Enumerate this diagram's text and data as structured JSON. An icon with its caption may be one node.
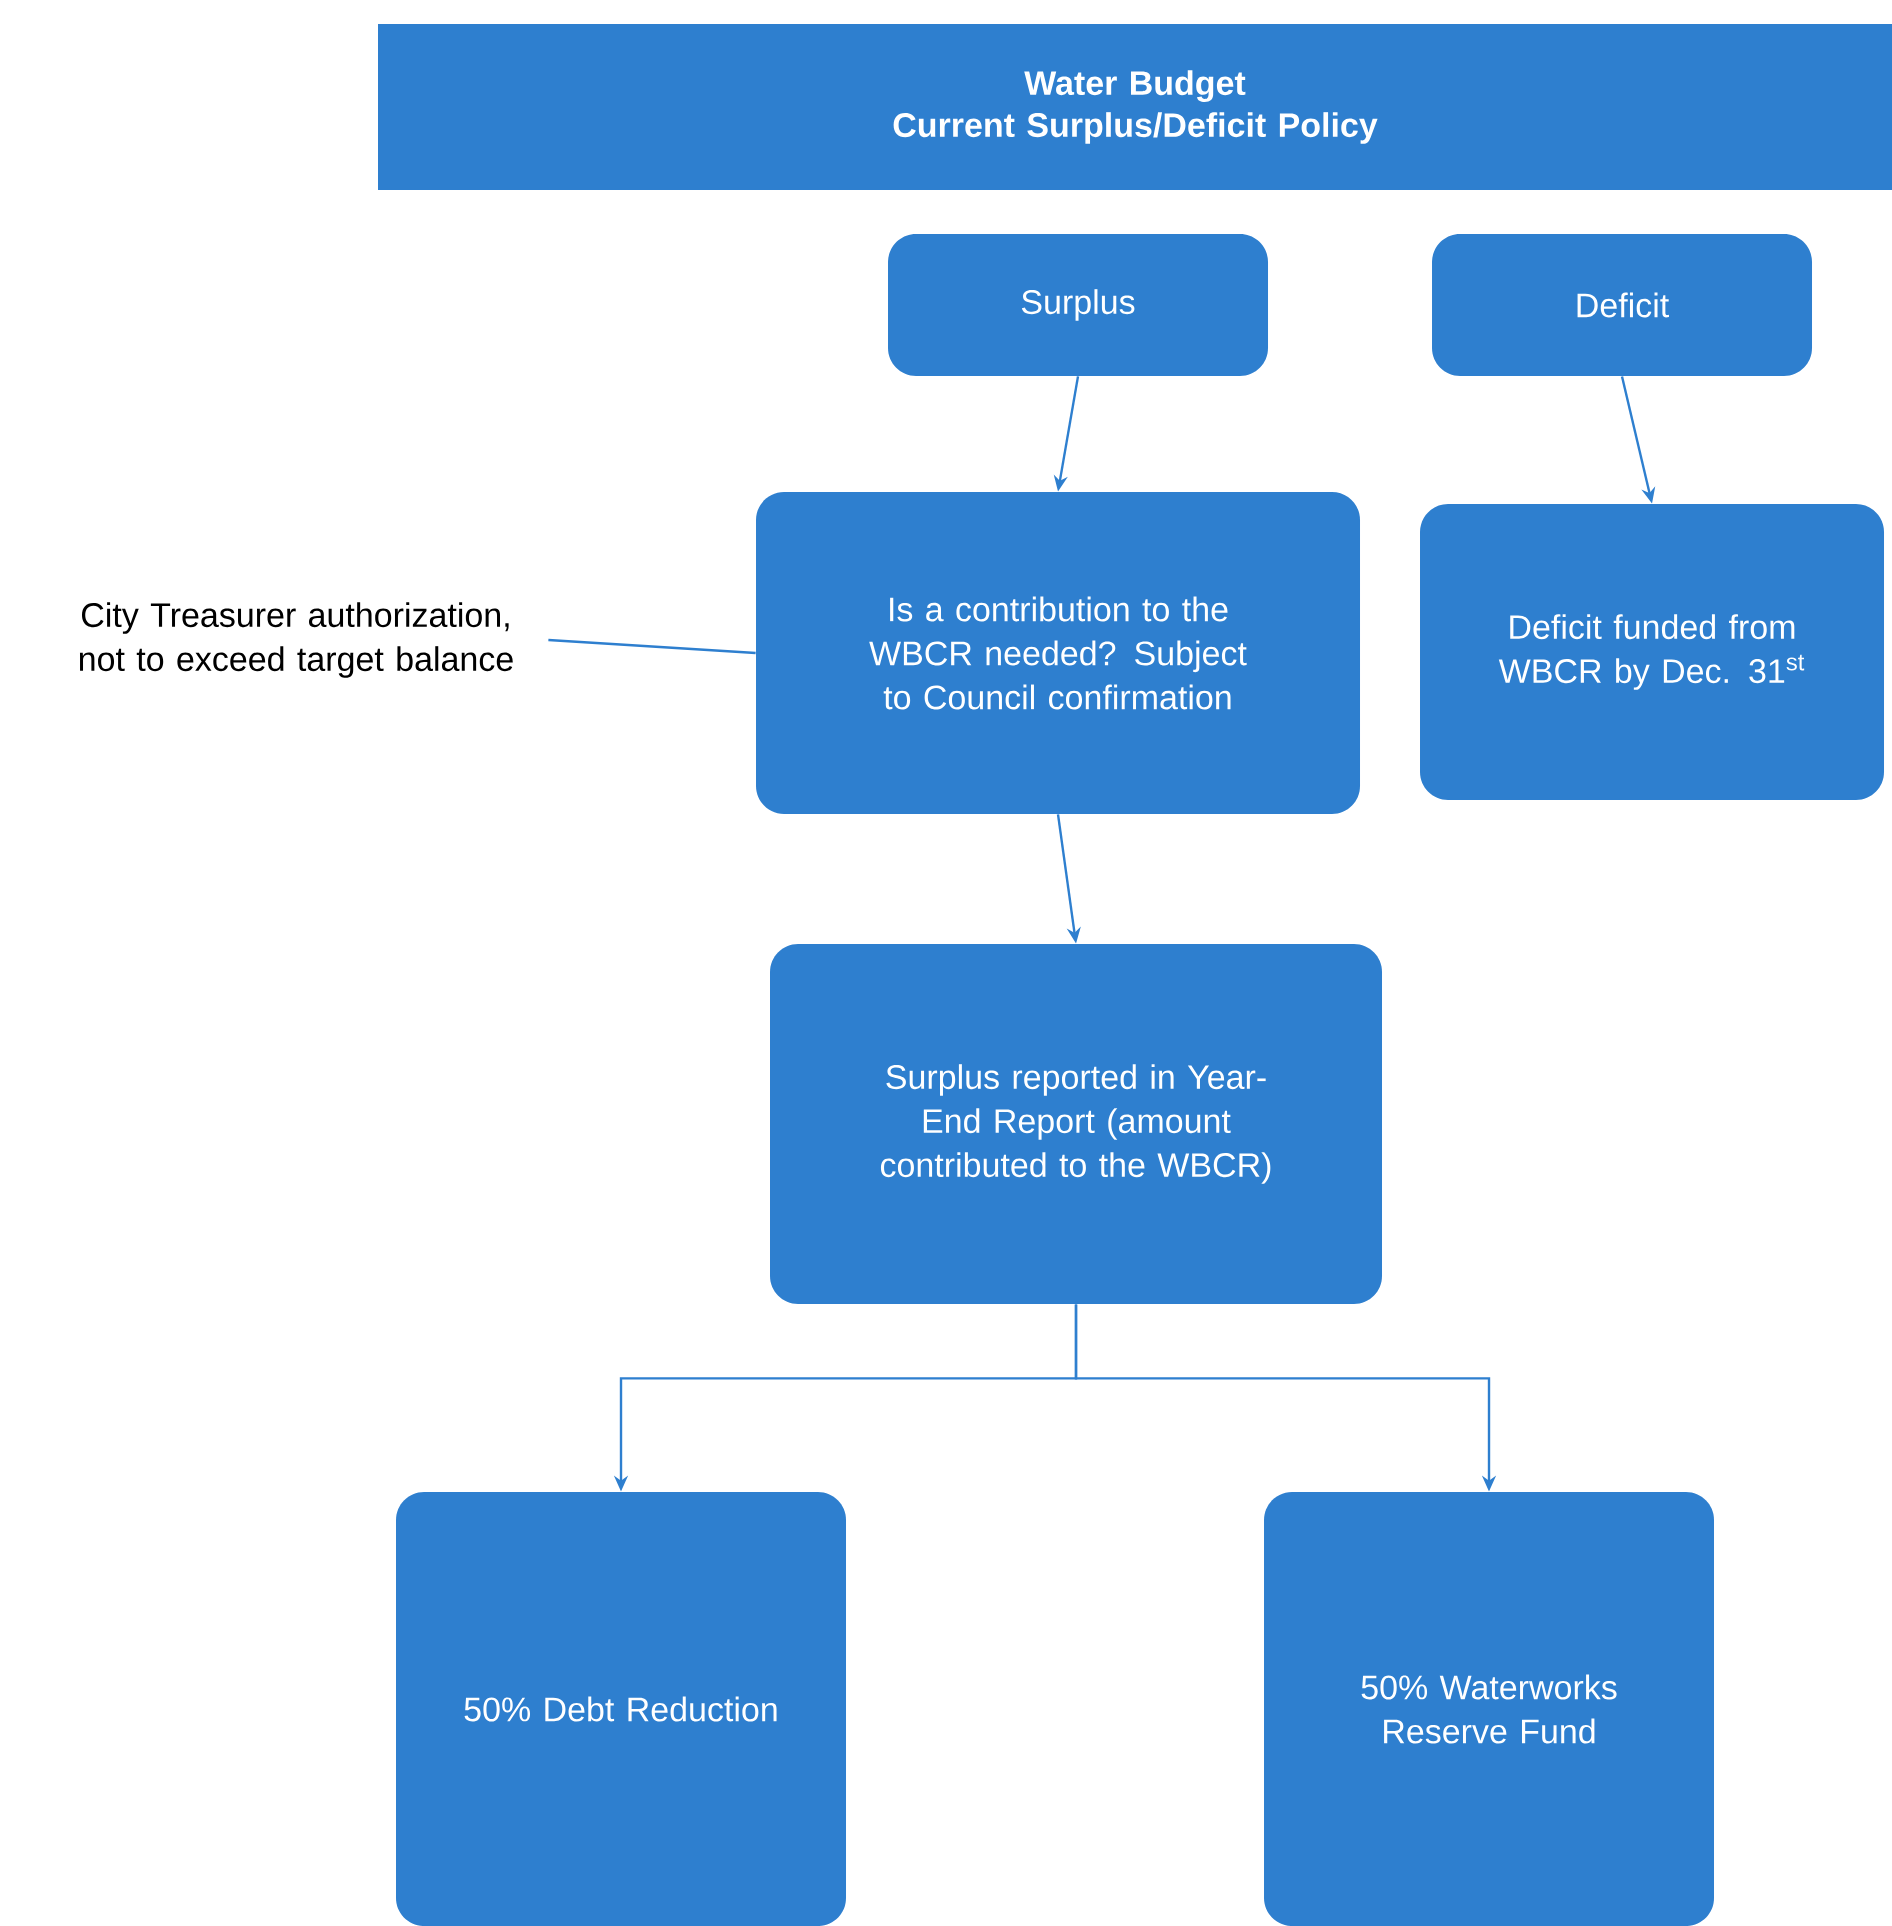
{
  "diagram": {
    "nodes": [
      {
        "text": [
          "Water Budget",
          "Current Surplus/Deficit Policy"
        ]
      },
      {
        "text": [
          "Surplus"
        ]
      },
      {
        "text": [
          "Deficit"
        ]
      },
      {
        "text": [
          "Is a contribution to the WBCR needed? Subject to Council confirmation"
        ]
      },
      {
        "text": [
          "Deficit funded from WBCR by Dec. 31$^{st}$"
        ]
      },
      {
        "text": [
          "Surplus reported in Year-End Report (amount contributed to the WBCR)"
        ]
      },
      {
        "text": [
          "50% Debt Reduction"
        ]
      },
      {
        "text": [
          "50% Waterworks Reserve Fund"
        ]
      },
      {
        "text": [
          "City Treasurer authorization, not to exceed target balance"
        ]
      }
    ],
    "edges": [
      {
        "from": 1,
        "to": 3,
        "arrow": "to"
      },
      {
        "from": 2,
        "to": 4,
        "arrow": "to"
      },
      {
        "from": 3,
        "to": 5,
        "arrow": "to"
      },
      {
        "from": 5,
        "to": 6,
        "arrow": "to"
      },
      {
        "from": 5,
        "to": 7,
        "arrow": "to"
      },
      {
        "from": 8,
        "to": 3,
        "arrow": "none"
      }
    ]
  }
}
